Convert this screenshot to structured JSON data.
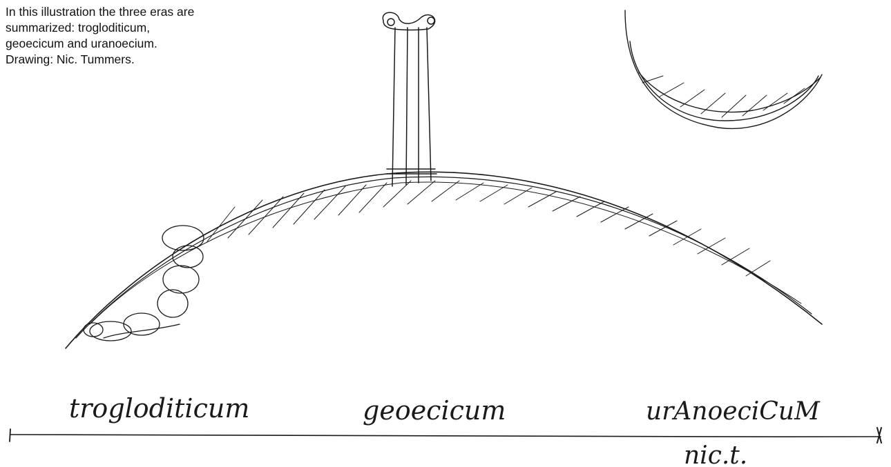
{
  "caption": "In this illustration the three eras are summarized: trogloditicum, geoecicum and uranoecium. Drawing: Nic. Tummers.",
  "labels": {
    "era1": "trogloditicum",
    "era2": "geoecicum",
    "era3": "urAnoeciCuM"
  },
  "signature": "nic.t.",
  "ink_color": "#1a1a1a"
}
